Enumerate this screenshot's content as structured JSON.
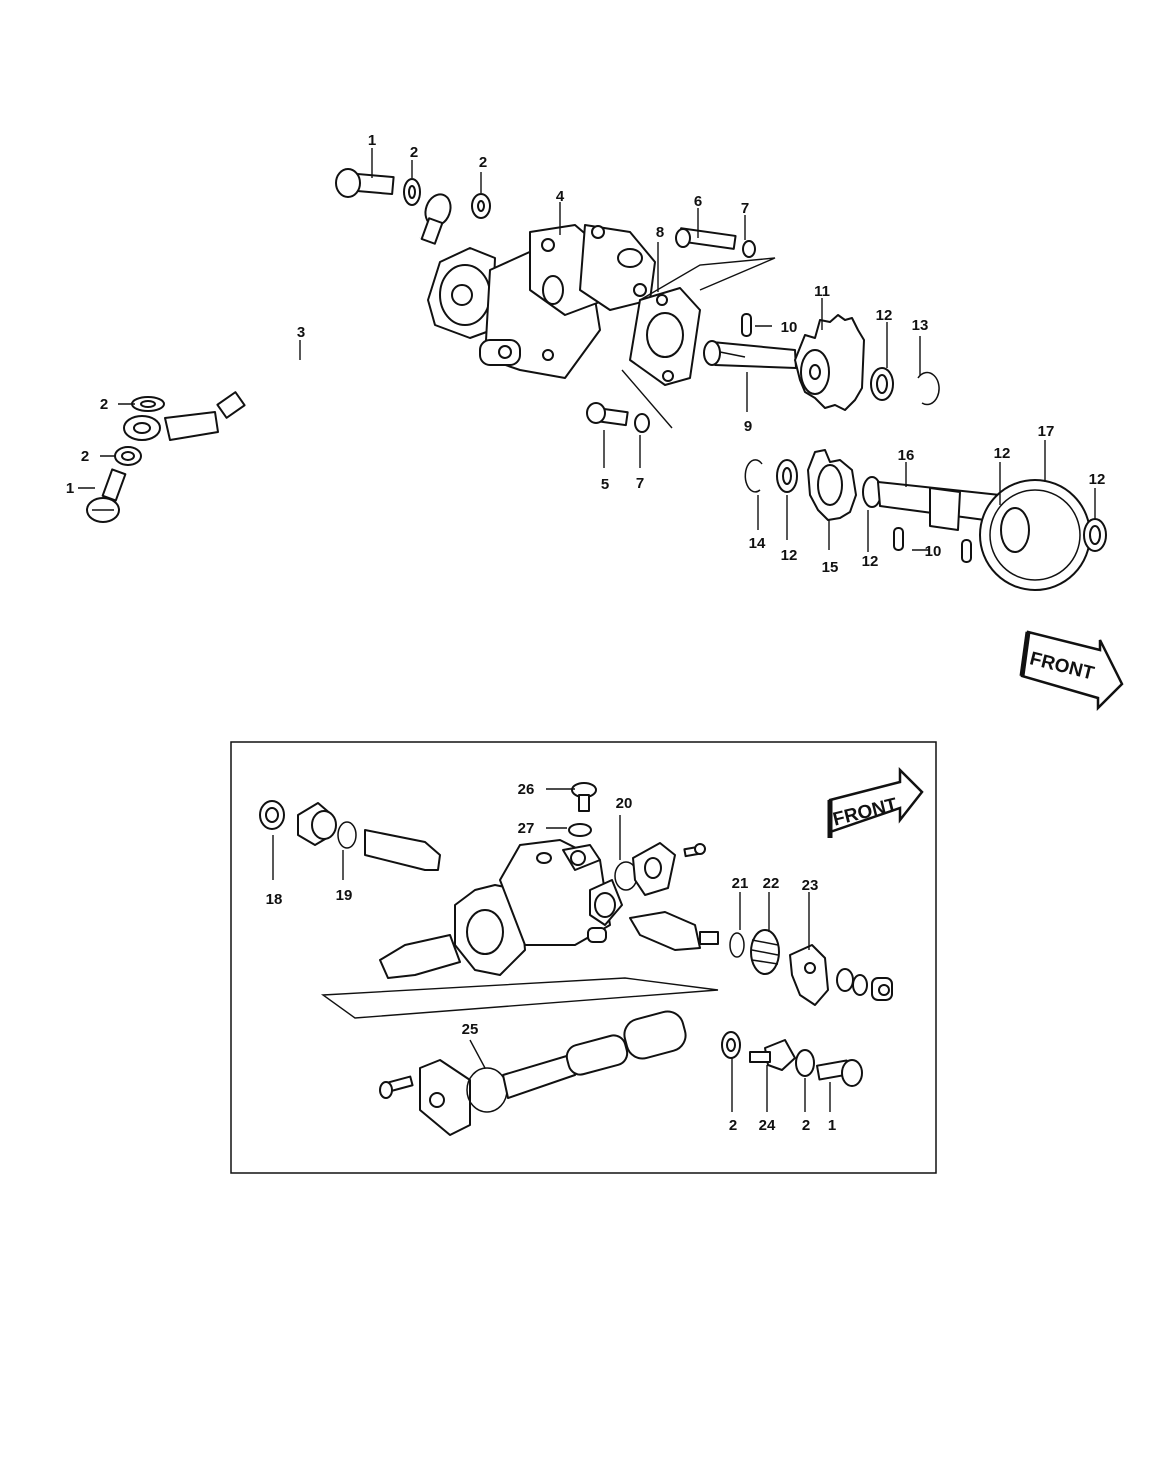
{
  "labels": {
    "n1": "1",
    "n2": "2",
    "n3": "3",
    "n4": "4",
    "n5": "5",
    "n6": "6",
    "n7": "7",
    "n8": "8",
    "n9": "9",
    "n10": "10",
    "n11": "11",
    "n12": "12",
    "n13": "13",
    "n14": "14",
    "n15": "15",
    "n16": "16",
    "n17": "17",
    "n18": "18",
    "n19": "19",
    "n20": "20",
    "n21": "21",
    "n22": "22",
    "n23": "23",
    "n24": "24",
    "n25": "25",
    "n26": "26",
    "n27": "27"
  },
  "front_arrow_text": "FRONT"
}
